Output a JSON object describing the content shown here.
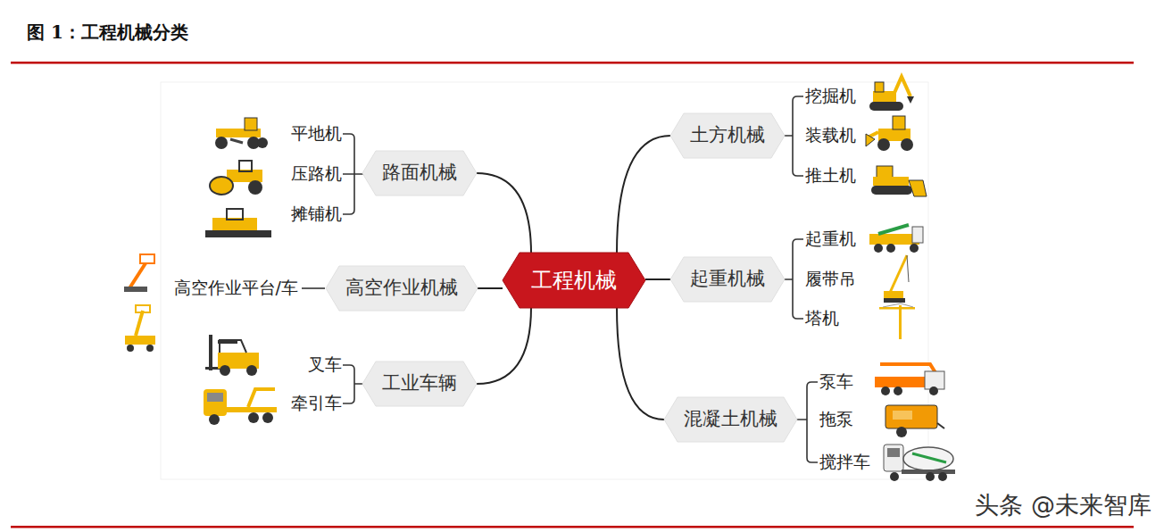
{
  "diagram": {
    "title": "图 1：工程机械分类",
    "nodes": [
      {
        "text": [
          "工程机械"
        ]
      },
      {
        "text": [
          "路面机械"
        ]
      },
      {
        "text": [
          "高空作业机械"
        ]
      },
      {
        "text": [
          "工业车辆"
        ]
      },
      {
        "text": [
          "土方机械"
        ]
      },
      {
        "text": [
          "起重机械"
        ]
      },
      {
        "text": [
          "混凝土机械"
        ]
      }
    ],
    "edges": [
      {
        "from": 0,
        "to": 1,
        "arrow": "none"
      },
      {
        "from": 0,
        "to": 2,
        "arrow": "none"
      },
      {
        "from": 0,
        "to": 3,
        "arrow": "none"
      },
      {
        "from": 0,
        "to": 4,
        "arrow": "none"
      },
      {
        "from": 0,
        "to": 5,
        "arrow": "none"
      },
      {
        "from": 0,
        "to": 6,
        "arrow": "none"
      }
    ],
    "labels": [
      "平地机",
      "压路机",
      "摊铺机",
      "高空作业平台/车",
      "叉车",
      "牵引车",
      "挖掘机",
      "装载机",
      "推土机",
      "起重机",
      "履带吊",
      "塔机",
      "泵车",
      "拖泵",
      "搅拌车",
      "头条 @未来智库"
    ]
  }
}
